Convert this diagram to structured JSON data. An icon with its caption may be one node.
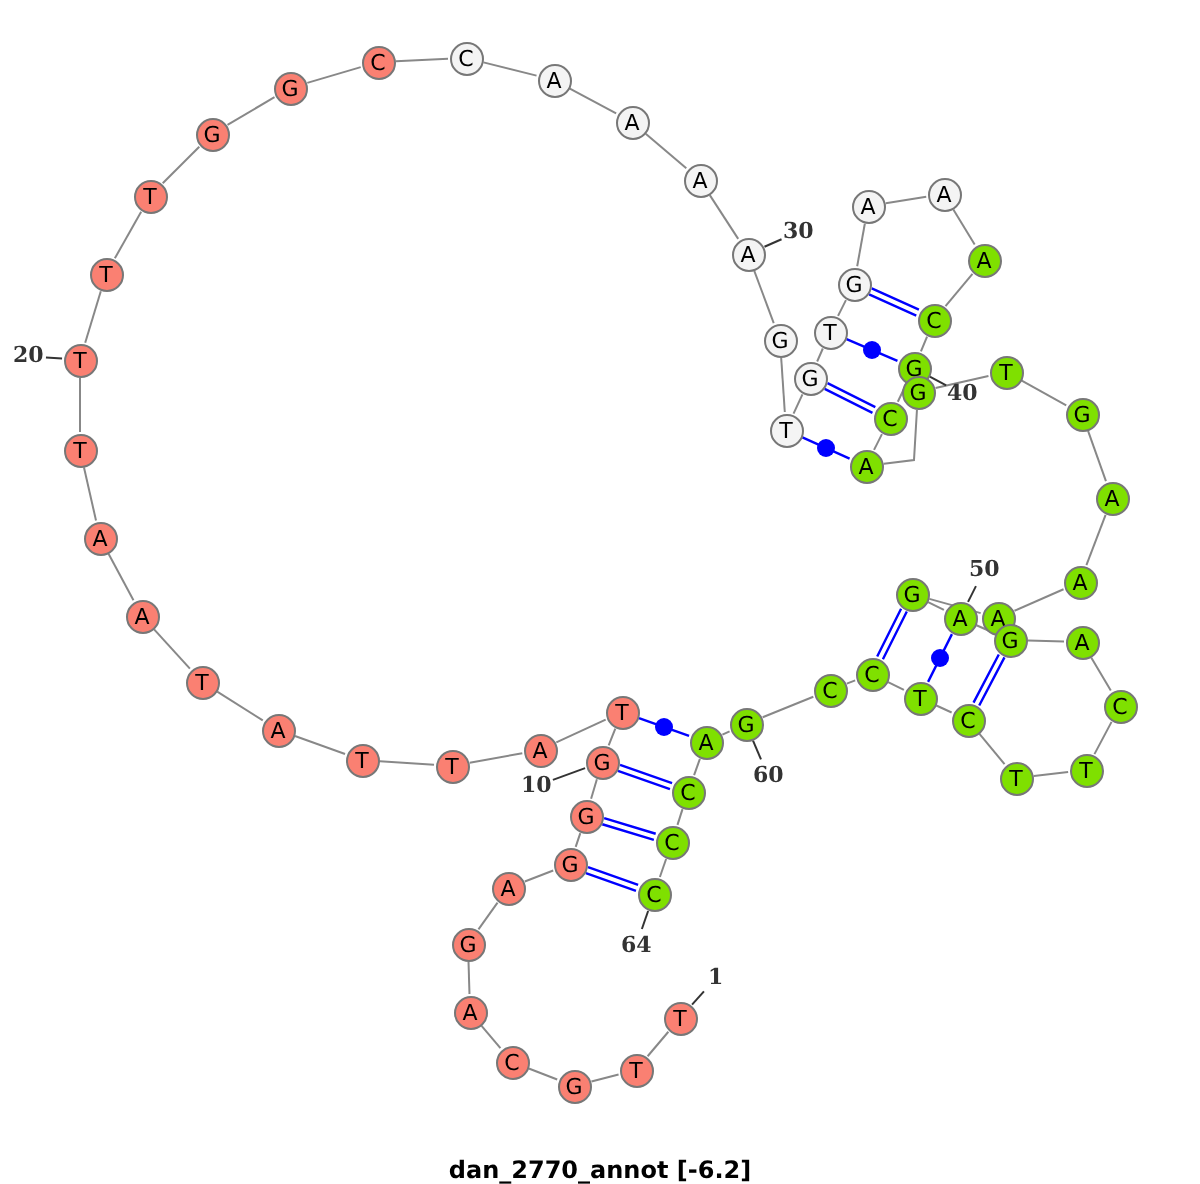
{
  "diagram": {
    "caption": "dan_2770_annot [-6.2]",
    "nodes": [
      {
        "text": [
          "T"
        ]
      },
      {
        "text": [
          "T"
        ]
      },
      {
        "text": [
          "G"
        ]
      },
      {
        "text": [
          "C"
        ]
      },
      {
        "text": [
          "A"
        ]
      },
      {
        "text": [
          "G"
        ]
      },
      {
        "text": [
          "A"
        ]
      },
      {
        "text": [
          "G"
        ]
      },
      {
        "text": [
          "G"
        ]
      },
      {
        "text": [
          "G"
        ]
      },
      {
        "text": [
          "T"
        ]
      },
      {
        "text": [
          "A"
        ]
      },
      {
        "text": [
          "T"
        ]
      },
      {
        "text": [
          "T"
        ]
      },
      {
        "text": [
          "A"
        ]
      },
      {
        "text": [
          "T"
        ]
      },
      {
        "text": [
          "A"
        ]
      },
      {
        "text": [
          "A"
        ]
      },
      {
        "text": [
          "T"
        ]
      },
      {
        "text": [
          "T"
        ]
      },
      {
        "text": [
          "T"
        ]
      },
      {
        "text": [
          "T"
        ]
      },
      {
        "text": [
          "G"
        ]
      },
      {
        "text": [
          "G"
        ]
      },
      {
        "text": [
          "C"
        ]
      },
      {
        "text": [
          "C"
        ]
      },
      {
        "text": [
          "A"
        ]
      },
      {
        "text": [
          "A"
        ]
      },
      {
        "text": [
          "A"
        ]
      },
      {
        "text": [
          "A"
        ]
      },
      {
        "text": [
          "G"
        ]
      },
      {
        "text": [
          "T"
        ]
      },
      {
        "text": [
          "G"
        ]
      },
      {
        "text": [
          "T"
        ]
      },
      {
        "text": [
          "G"
        ]
      },
      {
        "text": [
          "A"
        ]
      },
      {
        "text": [
          "A"
        ]
      },
      {
        "text": [
          "A"
        ]
      },
      {
        "text": [
          "C"
        ]
      },
      {
        "text": [
          "G"
        ]
      },
      {
        "text": [
          "C"
        ]
      },
      {
        "text": [
          "A"
        ]
      },
      {
        "text": [
          "G"
        ]
      },
      {
        "text": [
          "T"
        ]
      },
      {
        "text": [
          "G"
        ]
      },
      {
        "text": [
          "A"
        ]
      },
      {
        "text": [
          "A"
        ]
      },
      {
        "text": [
          "A"
        ]
      },
      {
        "text": [
          "G"
        ]
      },
      {
        "text": [
          "A"
        ]
      },
      {
        "text": [
          "G"
        ]
      },
      {
        "text": [
          "A"
        ]
      },
      {
        "text": [
          "C"
        ]
      },
      {
        "text": [
          "T"
        ]
      },
      {
        "text": [
          "T"
        ]
      },
      {
        "text": [
          "C"
        ]
      },
      {
        "text": [
          "T"
        ]
      },
      {
        "text": [
          "C"
        ]
      },
      {
        "text": [
          "C"
        ]
      },
      {
        "text": [
          "G"
        ]
      },
      {
        "text": [
          "A"
        ]
      },
      {
        "text": [
          "C"
        ]
      },
      {
        "text": [
          "C"
        ]
      },
      {
        "text": [
          "C"
        ]
      },
      {
        "text": [
          "1"
        ]
      },
      {
        "text": [
          "10"
        ]
      },
      {
        "text": [
          "20"
        ]
      },
      {
        "text": [
          "30"
        ]
      },
      {
        "text": [
          "40"
        ]
      },
      {
        "text": [
          "50"
        ]
      },
      {
        "text": [
          "60"
        ]
      },
      {
        "text": [
          "64"
        ]
      }
    ],
    "edges": [
      {
        "from": 0,
        "to": 1,
        "arrow": "none"
      },
      {
        "from": 1,
        "to": 2,
        "arrow": "none"
      },
      {
        "from": 2,
        "to": 3,
        "arrow": "none"
      },
      {
        "from": 3,
        "to": 4,
        "arrow": "none"
      },
      {
        "from": 4,
        "to": 5,
        "arrow": "none"
      },
      {
        "from": 5,
        "to": 6,
        "arrow": "none"
      },
      {
        "from": 6,
        "to": 7,
        "arrow": "none"
      },
      {
        "from": 7,
        "to": 8,
        "arrow": "none"
      },
      {
        "from": 8,
        "to": 9,
        "arrow": "none"
      },
      {
        "from": 9,
        "to": 10,
        "arrow": "none"
      },
      {
        "from": 10,
        "to": 11,
        "arrow": "none"
      },
      {
        "from": 11,
        "to": 12,
        "arrow": "none"
      },
      {
        "from": 12,
        "to": 13,
        "arrow": "none"
      },
      {
        "from": 13,
        "to": 14,
        "arrow": "none"
      },
      {
        "from": 14,
        "to": 15,
        "arrow": "none"
      },
      {
        "from": 15,
        "to": 16,
        "arrow": "none"
      },
      {
        "from": 16,
        "to": 17,
        "arrow": "none"
      },
      {
        "from": 17,
        "to": 18,
        "arrow": "none"
      },
      {
        "from": 18,
        "to": 19,
        "arrow": "none"
      },
      {
        "from": 19,
        "to": 20,
        "arrow": "none"
      },
      {
        "from": 20,
        "to": 21,
        "arrow": "none"
      },
      {
        "from": 21,
        "to": 22,
        "arrow": "none"
      },
      {
        "from": 22,
        "to": 23,
        "arrow": "none"
      },
      {
        "from": 23,
        "to": 24,
        "arrow": "none"
      },
      {
        "from": 24,
        "to": 25,
        "arrow": "none"
      },
      {
        "from": 25,
        "to": 26,
        "arrow": "none"
      },
      {
        "from": 26,
        "to": 27,
        "arrow": "none"
      },
      {
        "from": 27,
        "to": 28,
        "arrow": "none"
      },
      {
        "from": 28,
        "to": 29,
        "arrow": "none"
      },
      {
        "from": 29,
        "to": 30,
        "arrow": "none"
      },
      {
        "from": 30,
        "to": 31,
        "arrow": "none"
      },
      {
        "from": 31,
        "to": 32,
        "arrow": "none"
      },
      {
        "from": 32,
        "to": 33,
        "arrow": "none"
      },
      {
        "from": 33,
        "to": 34,
        "arrow": "none"
      },
      {
        "from": 34,
        "to": 35,
        "arrow": "none"
      },
      {
        "from": 35,
        "to": 36,
        "arrow": "none"
      },
      {
        "from": 36,
        "to": 37,
        "arrow": "none"
      },
      {
        "from": 37,
        "to": 38,
        "arrow": "none"
      },
      {
        "from": 38,
        "to": 39,
        "arrow": "none"
      },
      {
        "from": 39,
        "to": 40,
        "arrow": "none"
      },
      {
        "from": 40,
        "to": 41,
        "arrow": "none"
      },
      {
        "from": 41,
        "to": 42,
        "arrow": "none"
      },
      {
        "from": 42,
        "to": 43,
        "arrow": "none"
      },
      {
        "from": 43,
        "to": 44,
        "arrow": "none"
      },
      {
        "from": 44,
        "to": 45,
        "arrow": "none"
      },
      {
        "from": 45,
        "to": 46,
        "arrow": "none"
      },
      {
        "from": 46,
        "to": 47,
        "arrow": "none"
      },
      {
        "from": 47,
        "to": 48,
        "arrow": "none"
      },
      {
        "from": 48,
        "to": 49,
        "arrow": "none"
      },
      {
        "from": 49,
        "to": 50,
        "arrow": "none"
      },
      {
        "from": 50,
        "to": 51,
        "arrow": "none"
      },
      {
        "from": 51,
        "to": 52,
        "arrow": "none"
      },
      {
        "from": 52,
        "to": 53,
        "arrow": "none"
      },
      {
        "from": 53,
        "to": 54,
        "arrow": "none"
      },
      {
        "from": 54,
        "to": 55,
        "arrow": "none"
      },
      {
        "from": 55,
        "to": 56,
        "arrow": "none"
      },
      {
        "from": 56,
        "to": 57,
        "arrow": "none"
      },
      {
        "from": 57,
        "to": 58,
        "arrow": "none"
      },
      {
        "from": 58,
        "to": 59,
        "arrow": "none"
      },
      {
        "from": 59,
        "to": 60,
        "arrow": "none"
      },
      {
        "from": 60,
        "to": 61,
        "arrow": "none"
      },
      {
        "from": 61,
        "to": 62,
        "arrow": "none"
      },
      {
        "from": 62,
        "to": 63,
        "arrow": "none"
      },
      {
        "from": 7,
        "to": 63,
        "arrow": "none",
        "color": "#0000ff"
      },
      {
        "from": 8,
        "to": 62,
        "arrow": "none",
        "color": "#0000ff"
      },
      {
        "from": 9,
        "to": 61,
        "arrow": "none",
        "color": "#0000ff"
      },
      {
        "from": 10,
        "to": 60,
        "arrow": "none",
        "color": "#0000ff"
      },
      {
        "from": 31,
        "to": 41,
        "arrow": "none",
        "color": "#0000ff"
      },
      {
        "from": 32,
        "to": 40,
        "arrow": "none",
        "color": "#0000ff"
      },
      {
        "from": 33,
        "to": 39,
        "arrow": "none",
        "color": "#0000ff"
      },
      {
        "from": 34,
        "to": 38,
        "arrow": "none",
        "color": "#0000ff"
      },
      {
        "from": 48,
        "to": 57,
        "arrow": "none",
        "color": "#0000ff"
      },
      {
        "from": 49,
        "to": 56,
        "arrow": "none",
        "color": "#0000ff"
      },
      {
        "from": 50,
        "to": 55,
        "arrow": "none",
        "color": "#0000ff"
      },
      {
        "from": 64,
        "to": 0,
        "arrow": "none",
        "color": "#333333"
      },
      {
        "from": 65,
        "to": 9,
        "arrow": "none",
        "color": "#333333"
      },
      {
        "from": 66,
        "to": 19,
        "arrow": "none",
        "color": "#333333"
      },
      {
        "from": 67,
        "to": 29,
        "arrow": "none",
        "color": "#333333"
      },
      {
        "from": 68,
        "to": 39,
        "arrow": "none",
        "color": "#333333"
      },
      {
        "from": 69,
        "to": 49,
        "arrow": "none",
        "color": "#333333"
      },
      {
        "from": 70,
        "to": 59,
        "arrow": "none",
        "color": "#333333"
      },
      {
        "from": 71,
        "to": 63,
        "arrow": "none",
        "color": "#333333"
      }
    ]
  }
}
